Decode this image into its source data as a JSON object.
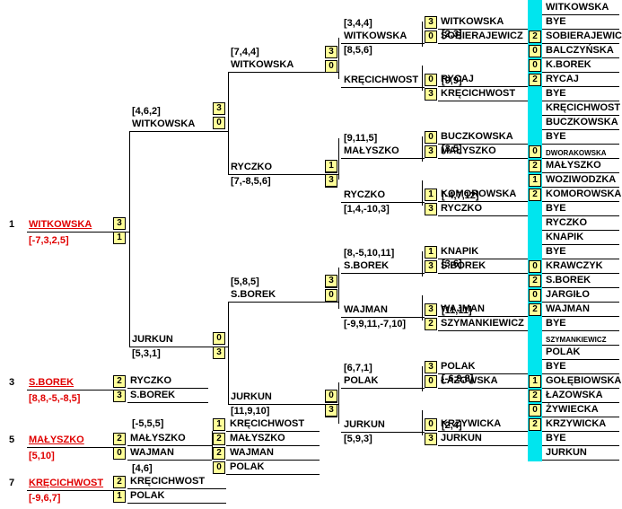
{
  "seeds": {
    "s1": {
      "num": "1",
      "name": "WITKOWSKA",
      "score": "[-7,3,2,5]"
    },
    "s3": {
      "num": "3",
      "name": "S.BOREK",
      "score": "[8,8,-5,-8,5]"
    },
    "s5": {
      "num": "5",
      "name": "MAŁYSZKO",
      "score": "[5,10]"
    },
    "s7": {
      "num": "7",
      "name": "KRĘCICHWOST",
      "score": "[-9,6,7]"
    }
  },
  "rounds": {
    "r128": [
      {
        "name": "WITKOWSKA",
        "s": ""
      },
      {
        "name": "BYE",
        "s": ""
      },
      {
        "name": "SOBIERAJEWICZ",
        "s": "2"
      },
      {
        "name": "BALCZYŃSKA",
        "s": "0"
      },
      {
        "name": "K.BOREK",
        "s": "0"
      },
      {
        "name": "RYCAJ",
        "s": "2"
      },
      {
        "name": "BYE",
        "s": ""
      },
      {
        "name": "KRĘCICHWOST",
        "s": ""
      },
      {
        "name": "BUCZKOWSKA",
        "s": ""
      },
      {
        "name": "BYE",
        "s": ""
      },
      {
        "name": "DWORAKOWSKA",
        "s": "0"
      },
      {
        "name": "MAŁYSZKO",
        "s": "2"
      },
      {
        "name": "WOZIWODZKA",
        "s": "1"
      },
      {
        "name": "KOMOROWSKA",
        "s": "2"
      },
      {
        "name": "BYE",
        "s": ""
      },
      {
        "name": "RYCZKO",
        "s": ""
      },
      {
        "name": "KNAPIK",
        "s": ""
      },
      {
        "name": "BYE",
        "s": ""
      },
      {
        "name": "KRAWCZYK",
        "s": "0"
      },
      {
        "name": "S.BOREK",
        "s": "2"
      },
      {
        "name": "JARGIŁO",
        "s": "0"
      },
      {
        "name": "WAJMAN",
        "s": "2"
      },
      {
        "name": "BYE",
        "s": ""
      },
      {
        "name": "SZYMANKIEWICZ",
        "s": ""
      },
      {
        "name": "POLAK",
        "s": ""
      },
      {
        "name": "BYE",
        "s": ""
      },
      {
        "name": "GOŁĘBIOWSKA",
        "s": "1"
      },
      {
        "name": "ŁAZOWSKA",
        "s": "2"
      },
      {
        "name": "ŻYWIECKA",
        "s": "0"
      },
      {
        "name": "KRZYWICKA",
        "s": "2"
      },
      {
        "name": "BYE",
        "s": ""
      },
      {
        "name": "JURKUN",
        "s": ""
      }
    ],
    "r64scores": [
      "",
      "[2,3]",
      "[9,9]",
      "",
      "",
      "[3,5]",
      "[-4,7,12]",
      "",
      "",
      "[3,6]",
      "[11,11]",
      "",
      "",
      "[-6,9,8]",
      "[2,4]",
      ""
    ],
    "r32": [
      {
        "name": "WITKOWSKA",
        "s": "3"
      },
      {
        "name": "SOBIERAJEWICZ",
        "s": "0"
      },
      {
        "name": "RYCAJ",
        "s": "0"
      },
      {
        "name": "KRĘCICHWOST",
        "s": "3"
      },
      {
        "name": "BUCZKOWSKA",
        "s": "0"
      },
      {
        "name": "MAŁYSZKO",
        "s": "3"
      },
      {
        "name": "KOMOROWSKA",
        "s": "1"
      },
      {
        "name": "RYCZKO",
        "s": "3"
      },
      {
        "name": "KNAPIK",
        "s": "1"
      },
      {
        "name": "S.BOREK",
        "s": "3"
      },
      {
        "name": "WAJMAN",
        "s": "3"
      },
      {
        "name": "SZYMANKIEWICZ",
        "s": "2"
      },
      {
        "name": "POLAK",
        "s": "3"
      },
      {
        "name": "ŁAZOWSKA",
        "s": "0"
      },
      {
        "name": "KRZYWICKA",
        "s": "0"
      },
      {
        "name": "JURKUN",
        "s": "3"
      }
    ],
    "r16": [
      {
        "name": "WITKOWSKA",
        "top": "[3,4,4]",
        "bot": "[8,5,6]",
        "s": "3"
      },
      {
        "name": "KRĘCICHWOST",
        "top": "",
        "bot": "",
        "s": "0"
      },
      {
        "name": "MAŁYSZKO",
        "top": "[9,11,5]",
        "bot": "",
        "s": "1"
      },
      {
        "name": "RYCZKO",
        "top": "",
        "bot": "[1,4,-10,3]",
        "s": "3"
      },
      {
        "name": "S.BOREK",
        "top": "[8,-5,10,11]",
        "bot": "",
        "s": "3"
      },
      {
        "name": "WAJMAN",
        "top": "",
        "bot": "[-9,9,11,-7,10]",
        "s": "0"
      },
      {
        "name": "POLAK",
        "top": "[6,7,1]",
        "bot": "",
        "s": "0"
      },
      {
        "name": "JURKUN",
        "top": "",
        "bot": "[5,9,3]",
        "s": "3"
      }
    ],
    "qf": [
      {
        "name": "WITKOWSKA",
        "top": "[7,4,4]",
        "s": "3"
      },
      {
        "name": "RYCZKO",
        "bot": "[7,-8,5,6]",
        "s": "0"
      },
      {
        "name": "S.BOREK",
        "top": "[5,8,5]",
        "s": "0"
      },
      {
        "name": "JURKUN",
        "bot": "[11,9,10]",
        "s": "3"
      }
    ],
    "sf": [
      {
        "name": "WITKOWSKA",
        "top": "[4,6,2]",
        "s": "3"
      },
      {
        "name": "JURKUN",
        "bot": "[5,3,1]",
        "s": "1"
      }
    ]
  },
  "playoffs": {
    "p3": {
      "a": "RYCZKO",
      "as": "2",
      "b": "S.BOREK",
      "bs": "3"
    },
    "p5": {
      "a": "MAŁYSZKO",
      "as": "2",
      "b": "WAJMAN",
      "bs": "0"
    },
    "p5top": "[-5,5,5]",
    "p5r1": [
      {
        "name": "KRĘCICHWOST",
        "s": "1"
      },
      {
        "name": "MAŁYSZKO",
        "s": "2"
      },
      {
        "name": "WAJMAN",
        "s": "2"
      },
      {
        "name": "POLAK",
        "s": "0"
      }
    ],
    "p7": {
      "a": "KRĘCICHWOST",
      "as": "2",
      "b": "POLAK",
      "bs": "1"
    },
    "p7top": "[4,6]"
  },
  "colors": {
    "accent": "#00e5ee",
    "box": "#ffff99",
    "red": "#e00000"
  }
}
